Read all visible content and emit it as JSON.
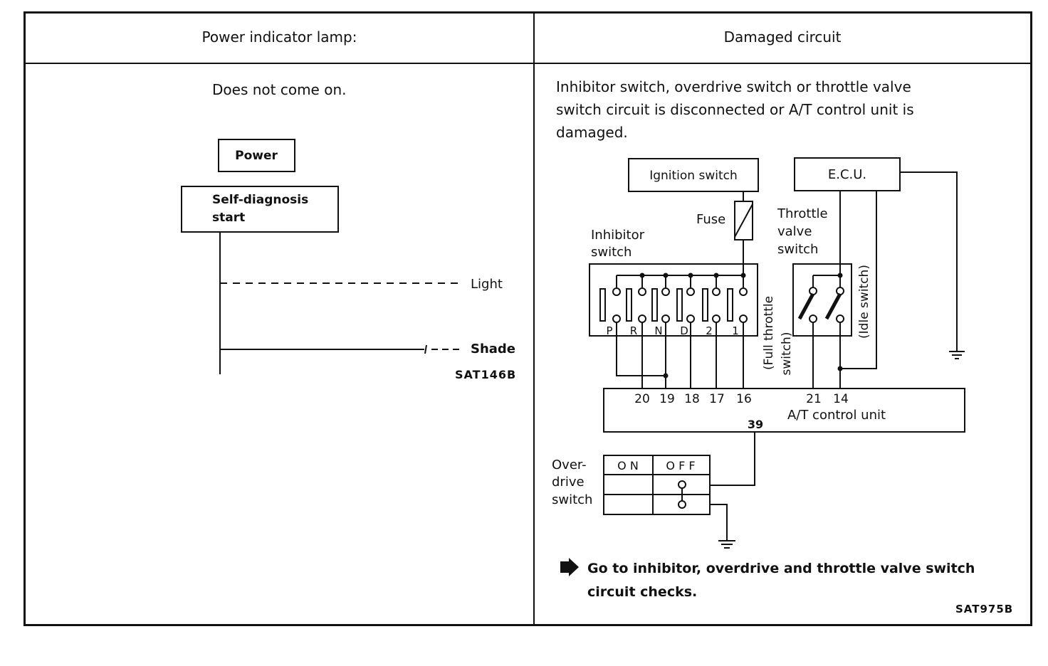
{
  "table": {
    "col1_header": "Power indicator lamp:",
    "col2_header": "Damaged circuit"
  },
  "left": {
    "symptom": "Does not come on.",
    "power_box": "Power",
    "selfdiag_line1": "Self-diagnosis",
    "selfdiag_line2": "start",
    "light_label": "Light",
    "shade_label": "Shade",
    "figure_code": "SAT146B"
  },
  "right": {
    "description_line1": "Inhibitor switch, overdrive switch or throttle valve",
    "description_line2": "switch circuit is disconnected or A/T control unit is",
    "description_line3": "damaged.",
    "ignition_switch": "Ignition switch",
    "ecu": "E.C.U.",
    "fuse": "Fuse",
    "inhibitor_line1": "Inhibitor",
    "inhibitor_line2": "switch",
    "throttle_line1": "Throttle",
    "throttle_line2": "valve",
    "throttle_line3": "switch",
    "full_throttle_line1": "(Full throttle",
    "full_throttle_line2": "switch)",
    "idle_switch": "(Idle switch)",
    "positions": [
      "P",
      "R",
      "N",
      "D",
      "2",
      "1"
    ],
    "terminals": [
      "20",
      "19",
      "18",
      "17",
      "16"
    ],
    "terminal_21": "21",
    "terminal_14": "14",
    "terminal_39": "39",
    "control_unit": "A/T control unit",
    "overdrive_line1": "Over-",
    "overdrive_line2": "drive",
    "overdrive_line3": "switch",
    "on_label": "O N",
    "off_label": "O F F",
    "action_line1": "Go to inhibitor, overdrive and throttle valve switch",
    "action_line2": "circuit checks.",
    "figure_code": "SAT975B"
  }
}
